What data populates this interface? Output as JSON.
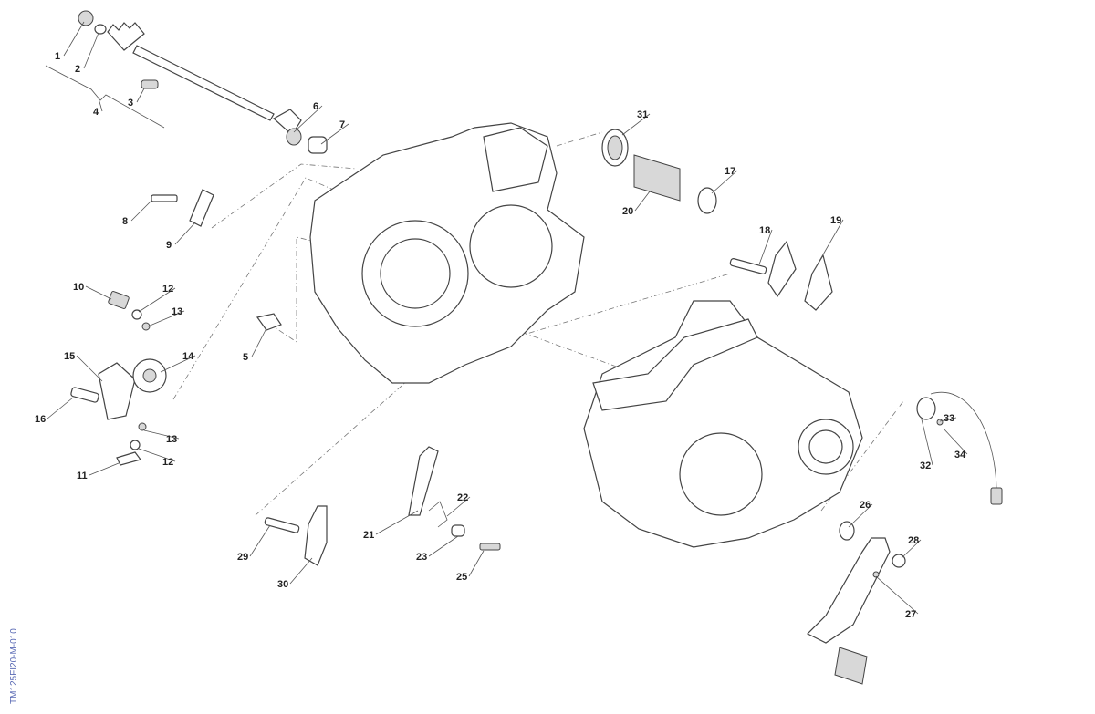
{
  "diagram_code": "TM125FI20-M-010",
  "callouts": [
    "1",
    "2",
    "3",
    "4",
    "5",
    "6",
    "7",
    "8",
    "9",
    "10",
    "11",
    "12",
    "12",
    "13",
    "13",
    "14",
    "15",
    "16",
    "17",
    "18",
    "19",
    "20",
    "21",
    "22",
    "23",
    "25",
    "26",
    "27",
    "28",
    "29",
    "30",
    "31",
    "32",
    "33",
    "34"
  ]
}
